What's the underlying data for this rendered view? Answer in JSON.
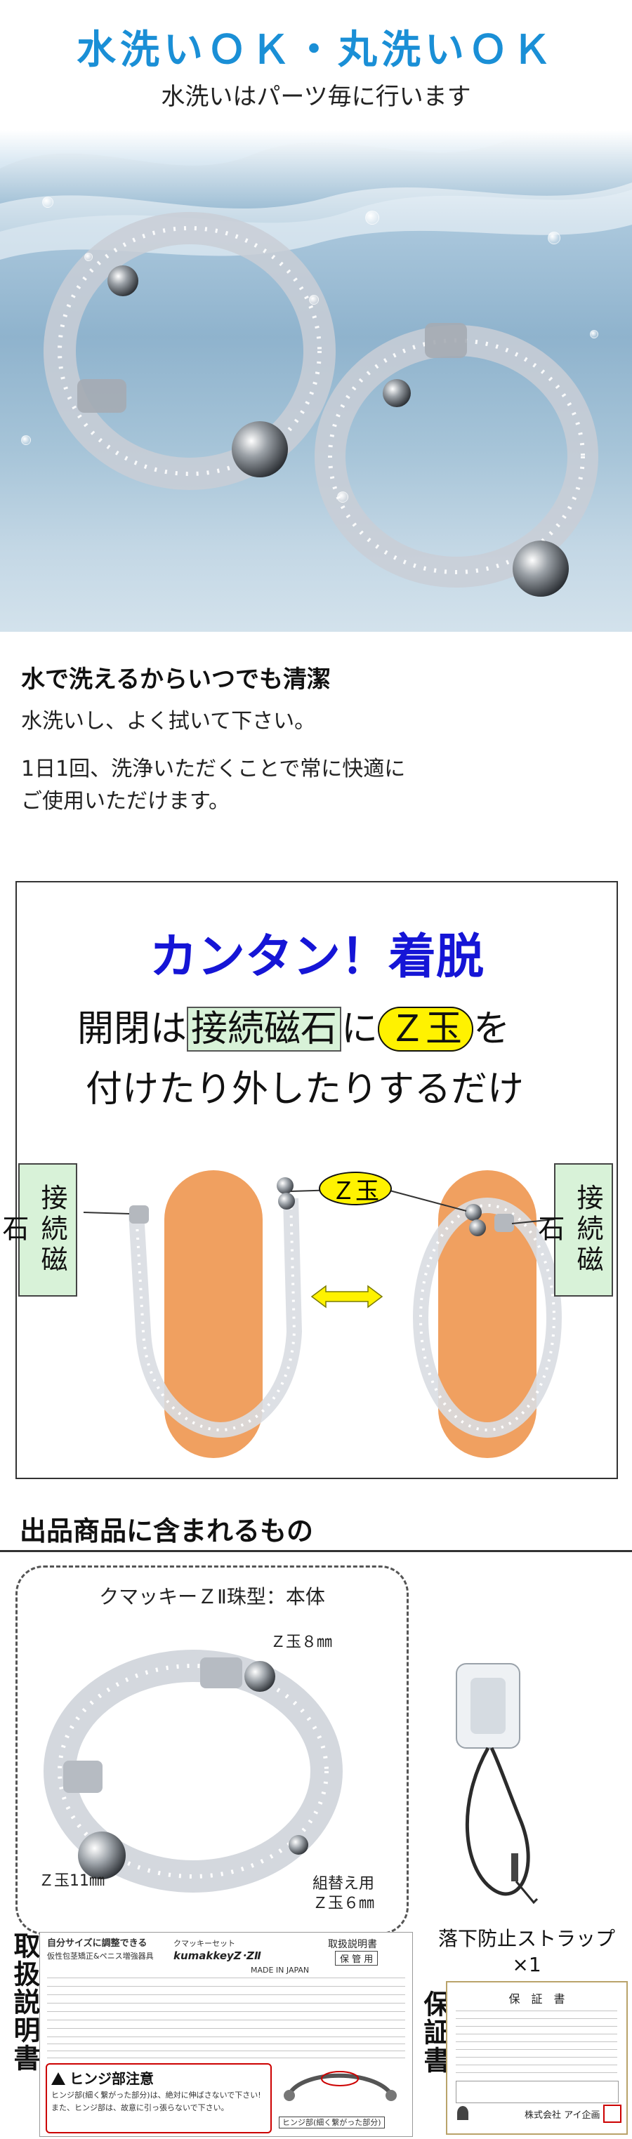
{
  "water_section": {
    "headline": "水洗いＯＫ・丸洗いＯＫ",
    "subline": "水洗いはパーツ毎に行います"
  },
  "clean_section": {
    "title": "水で洗えるからいつでも清潔",
    "line1": "水洗いし、よく拭いて下さい。",
    "line2a": "1日1回、洗浄いただくことで常に快適に",
    "line2b": "ご使用いただけます。"
  },
  "easy_panel": {
    "title": "カンタン！着脱",
    "line1_pre": "開閉は",
    "line1_magnet": "接続磁石",
    "line1_mid": "に",
    "line1_ball": "Ｚ玉",
    "line1_post": "を",
    "line2": "付けたり外したりするだけ",
    "left_label": "接続磁石",
    "right_label": "接続磁石",
    "ball_label": "Ｚ玉"
  },
  "contents_section": {
    "title": "出品商品に含まれるもの",
    "box_caption": "クマッキーＺⅡ珠型：本体",
    "label_z8": "Ｚ玉８㎜",
    "label_z11": "Ｚ玉11㎜",
    "label_swap_a": "組替え用",
    "label_swap_b": "Ｚ玉６㎜",
    "strap_a": "落下防止ストラップ",
    "strap_b": "×1",
    "manual_tag": "取扱説明書",
    "warranty_tag": "保証書"
  },
  "manual_doc": {
    "top_left_a": "自分サイズに調整できる",
    "top_left_b": "仮性包茎矯正&ペニス増強器具",
    "brand": "kumakkeyZ･ZⅡ",
    "brand_jp": "クマッキーセット",
    "header_right": "取扱説明書",
    "sub_right": "保 管 用",
    "made_in": "MADE IN JAPAN",
    "hinge_title": "ヒンジ部注意",
    "hinge_text_a": "ヒンジ部(細く繋がった部分)は、絶対に伸ばさないで下さい!",
    "hinge_text_b": "また、ヒンジ部は、故意に引っ張らないで下さい。",
    "hinge_caption": "ヒンジ部(細く繋がった部分)"
  },
  "warranty_doc": {
    "title": "保　証　書",
    "company": "株式会社 アイ企画"
  },
  "colors": {
    "headline_blue": "#1a8fd6",
    "panel_title_blue": "#1515d6",
    "label_green": "#d8f2d8",
    "ball_yellow": "#fff200",
    "body_orange": "#f0a060"
  }
}
